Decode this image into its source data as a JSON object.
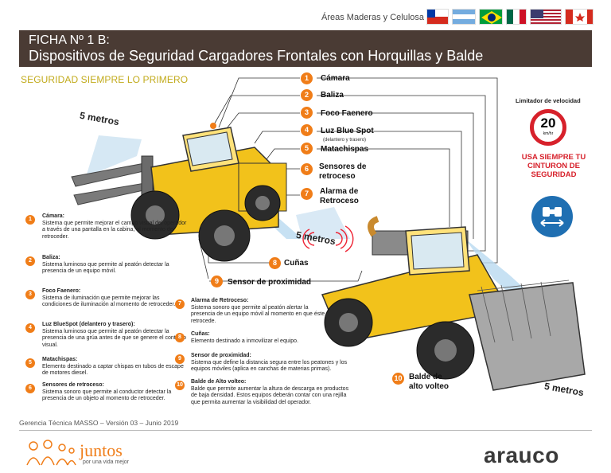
{
  "top": {
    "areas": "Áreas Maderas y Celulosa"
  },
  "header": {
    "line1": "FICHA Nº 1 B:",
    "line2": "Dispositivos de Seguridad Cargadores Frontales con Horquillas y Balde"
  },
  "subtitle": "SEGURIDAD SIEMPRE LO PRIMERO",
  "callouts": [
    {
      "num": "1",
      "label": "Cámara"
    },
    {
      "num": "2",
      "label": "Baliza"
    },
    {
      "num": "3",
      "label": "Foco Faenero"
    },
    {
      "num": "4",
      "label": "Luz Blue Spot",
      "sub": "(delantero y trasero)"
    },
    {
      "num": "5",
      "label": "Matachispas"
    },
    {
      "num": "6",
      "label": "Sensores de retroceso"
    },
    {
      "num": "7",
      "label": "Alarma de Retroceso"
    },
    {
      "num": "8",
      "label": "Cuñas"
    },
    {
      "num": "9",
      "label": "Sensor de proximidad"
    },
    {
      "num": "10",
      "label": "Balde de alto volteo"
    }
  ],
  "distances": {
    "left": "5 metros",
    "middle": "5 metros",
    "right": "5 metros"
  },
  "descriptions_left": [
    {
      "num": "1",
      "title": "Cámara:",
      "text": "Sistema que permite mejorar el campo visual del operador a través de una pantalla en la cabina, al momento de retroceder."
    },
    {
      "num": "2",
      "title": "Baliza:",
      "text": "Sistema luminoso que permite al peatón detectar la presencia de un equipo móvil."
    },
    {
      "num": "3",
      "title": "Foco Faenero:",
      "text": "Sistema de iluminación que permite mejorar las condiciones de iluminación al momento de retroceder."
    },
    {
      "num": "4",
      "title": "Luz BlueSpot (delantero y trasero):",
      "text": "Sistema luminoso que permite al peatón detectar la presencia de una grúa antes de que se genere el contacto visual."
    },
    {
      "num": "5",
      "title": "Matachispas:",
      "text": "Elemento destinado a captar chispas en tubos de escape de motores diesel."
    },
    {
      "num": "6",
      "title": "Sensores de retroceso:",
      "text": "Sistema sonoro que permite al conductor detectar la presencia de un objeto al momento de retroceder."
    }
  ],
  "descriptions_mid": [
    {
      "num": "7",
      "title": "Alarma de Retroceso:",
      "text": "Sistema sonoro que permite al peatón alertar la presencia de un equipo móvil al momento en que éste retrocede."
    },
    {
      "num": "8",
      "title": "Cuñas:",
      "text": "Elemento destinado a inmovilizar el equipo."
    },
    {
      "num": "9",
      "title": "Sensor de proximidad:",
      "text": "Sistema que define la distancia segura entre los peatones y los equipos móviles (aplica en canchas de materias primas)."
    },
    {
      "num": "10",
      "title": "Balde de Alto volteo:",
      "text": "Balde que permite aumentar la altura de descarga en productos de baja densidad. Estos equipos deberán contar con una rejilla que permita aumentar la visibilidad del operador."
    }
  ],
  "speed": {
    "title": "Limitador de velocidad",
    "value": "20",
    "unit": "km/hr"
  },
  "belt": "USA SIEMPRE TU CINTURON DE SEGURIDAD",
  "footer": {
    "version": "Gerencia Técnica MASSO – Versión 03 – Junio 2019",
    "juntos": "juntos",
    "juntos_sub": "por una vida mejor",
    "brand": "arauco"
  },
  "colors": {
    "header_bg": "#4a3b34",
    "accent": "#f07d18",
    "subtitle": "#c2ab1c",
    "red": "#d7212b",
    "blue": "#1f6fb2",
    "loader": "#f2c21b"
  }
}
